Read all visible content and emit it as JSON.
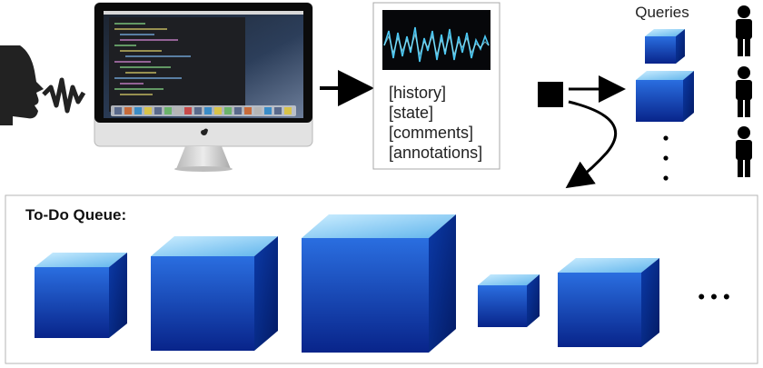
{
  "context_box": {
    "items": [
      "[history]",
      "[state]",
      "[comments]",
      "[annotations]"
    ]
  },
  "queries": {
    "title": "Queries"
  },
  "queue": {
    "title": "To-Do Queue:",
    "ellipsis": "• • •"
  },
  "colors": {
    "cube_front": "#0a3fb8",
    "cube_top": "#7fc6f2",
    "cube_side": "#062a86",
    "waveform": "#4fd1ff",
    "screen_bg": "#1f2630"
  },
  "icons": [
    "speaking-head-icon",
    "sound-wave-icon",
    "imac-icon",
    "waveform-icon",
    "queue-square-icon",
    "person-icon"
  ]
}
